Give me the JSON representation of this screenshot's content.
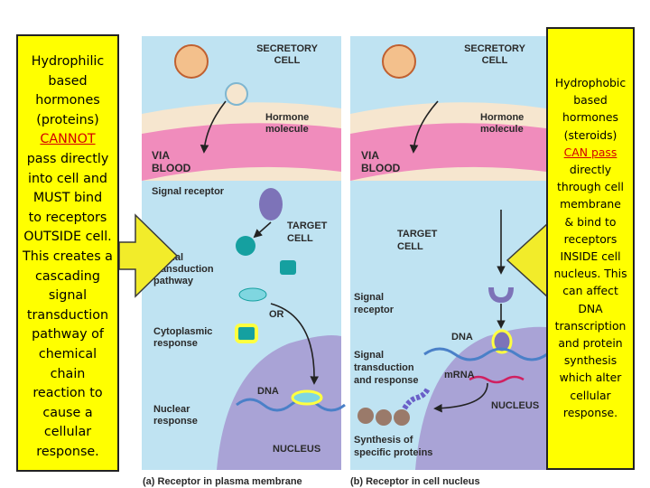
{
  "left_panel": {
    "secretory_cell": [
      "SECRETORY",
      "CELL"
    ],
    "hormone_molecule": [
      "Hormone",
      "molecule"
    ],
    "via_blood": [
      "VIA",
      "BLOOD"
    ],
    "signal_receptor": "Signal receptor",
    "target_cell": [
      "TARGET",
      "CELL"
    ],
    "signal_transduction_pathway": [
      "Signal",
      "transduction",
      "pathway"
    ],
    "or": "OR",
    "cytoplasmic_response": [
      "Cytoplasmic",
      "response"
    ],
    "dna": "DNA",
    "nuclear_response": [
      "Nuclear",
      "response"
    ],
    "nucleus": "NUCLEUS",
    "caption": "(a) Receptor in plasma membrane"
  },
  "right_panel": {
    "secretory_cell": [
      "SECRETORY",
      "CELL"
    ],
    "hormone_molecule": [
      "Hormone",
      "molecule"
    ],
    "via_blood": [
      "VIA",
      "BLOOD"
    ],
    "target_cell": [
      "TARGET",
      "CELL"
    ],
    "signal_receptor": [
      "Signal",
      "receptor"
    ],
    "dna": "DNA",
    "mrna": "mRNA",
    "signal_transduction_response": [
      "Signal",
      "transduction",
      "and response"
    ],
    "nucleus": "NUCLEUS",
    "synthesis": [
      "Synthesis of",
      "specific proteins"
    ],
    "caption": "(b) Receptor in cell nucleus"
  },
  "note_left": {
    "lines": [
      "Hydrophilic",
      "based",
      "hormones",
      "(proteins)",
      "CANNOT",
      "pass directly",
      "into cell and",
      "MUST bind",
      "to receptors",
      "OUTSIDE cell.",
      "This creates a",
      "cascading",
      "signal",
      "transduction",
      "pathway of",
      "chemical",
      "chain",
      "reaction to",
      "cause a",
      "cellular",
      "response."
    ]
  },
  "note_right": {
    "lines": [
      "Hydrophobic",
      "based",
      "hormones",
      "(steroids)",
      "CAN pass",
      "directly",
      "through cell",
      "membrane",
      "& bind to",
      "receptors",
      "INSIDE cell",
      "nucleus. This",
      "can affect",
      "DNA",
      "transcription",
      "and protein",
      "synthesis",
      "which alter",
      "cellular",
      "response."
    ]
  },
  "colors": {
    "note_bg": "#ffff00",
    "highlight_red": "#d40000",
    "cell_blue": "#bfe3f2",
    "blood_pink": "#f08cbc",
    "nucleus_purple": "#a9a3d6",
    "arrow_yellow": "#f2ec2a"
  }
}
